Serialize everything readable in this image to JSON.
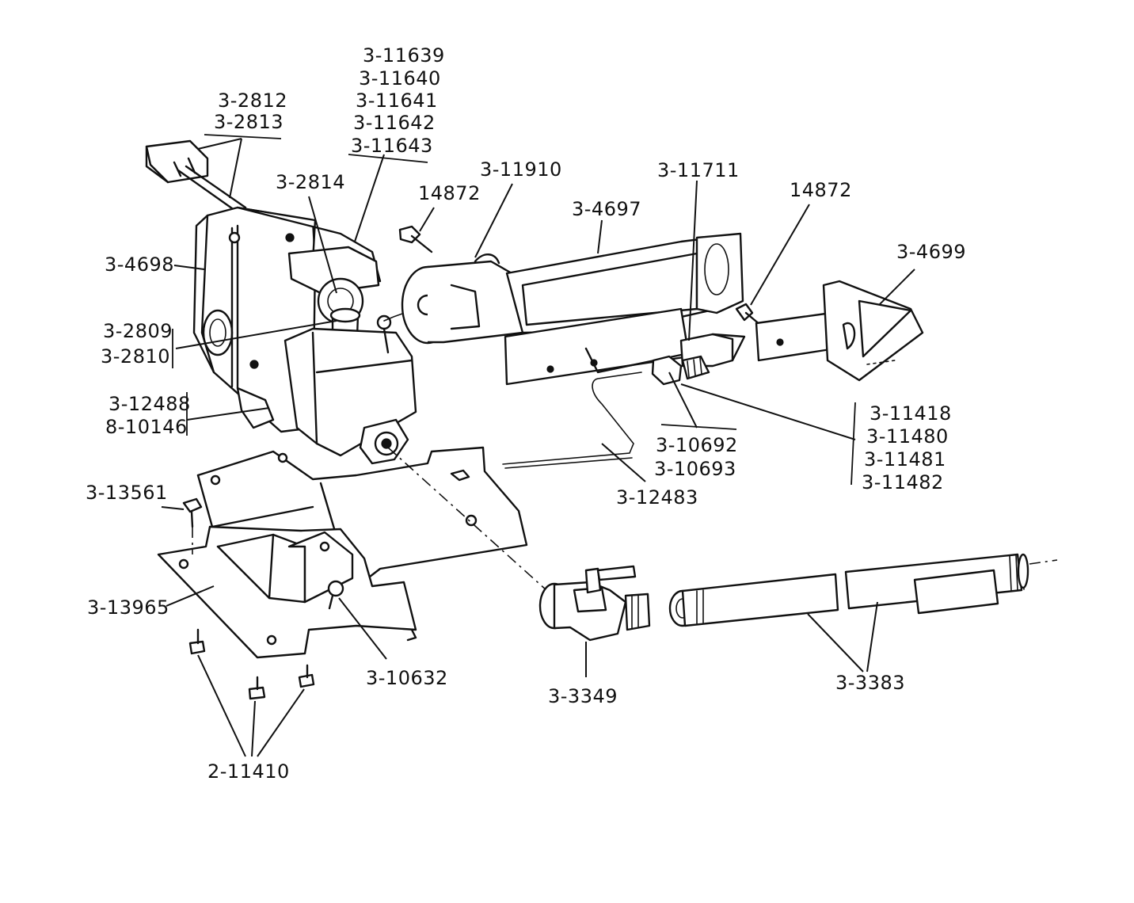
{
  "labels": {
    "p3_2812": "3-2812",
    "p3_2813": "3-2813",
    "p3_11639": "3-11639",
    "p3_11640": "3-11640",
    "p3_11641": "3-11641",
    "p3_11642": "3-11642",
    "p3_11643": "3-11643",
    "p3_2814": "3-2814",
    "p14872_a": "14872",
    "p3_11910": "3-11910",
    "p3_11711": "3-11711",
    "p14872_b": "14872",
    "p3_4697": "3-4697",
    "p3_4699": "3-4699",
    "p3_4698": "3-4698",
    "p3_2809": "3-2809",
    "p3_2810": "3-2810",
    "p3_12488": "3-12488",
    "p8_10146": "8-10146",
    "p3_11418": "3-11418",
    "p3_11480": "3-11480",
    "p3_11481": "3-11481",
    "p3_11482": "3-11482",
    "p3_10692": "3-10692",
    "p3_10693": "3-10693",
    "p3_12483": "3-12483",
    "p3_13561": "3-13561",
    "p3_13965": "3-13965",
    "p3_10632": "3-10632",
    "p3_3349": "3-3349",
    "p3_3383": "3-3383",
    "p2_11410": "2-11410"
  }
}
